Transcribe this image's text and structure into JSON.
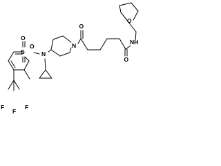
{
  "molecule": {
    "atom_labels": {
      "o_ketone": "O",
      "o_amide": "O",
      "o_ring": "O",
      "nh_amide": "NH",
      "n_piperidine": "N",
      "n_sulfonamide": "N",
      "s": "S",
      "o_sulfonyl_1": "O",
      "o_sulfonyl_2": "O",
      "f_1": "F",
      "f_2": "F",
      "f_3": "F"
    }
  }
}
